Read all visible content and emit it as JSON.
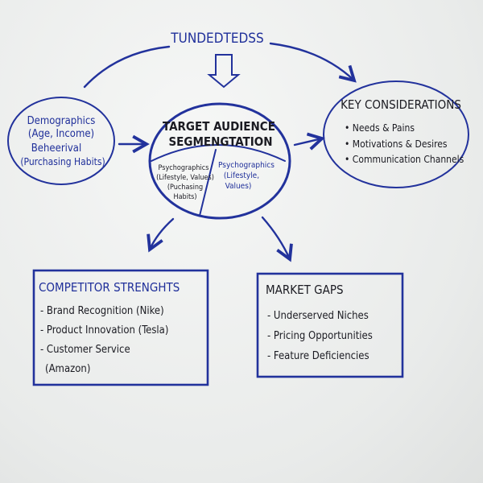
{
  "colors": {
    "marker_blue": "#22329c",
    "marker_black": "#1b1b22",
    "board": "#eceeed"
  },
  "top_label": "TUNDEDTEDSS",
  "demographics": {
    "lines": [
      "Demographics",
      "(Age, Income)",
      "Beheerival",
      "(Purchasing Habits)"
    ]
  },
  "center": {
    "title_lines": [
      "TARGET AUDIENCE",
      "SEGMENGTATION"
    ],
    "left_segment": [
      "Psychographics",
      "(Lifestyle, Values)",
      "(Puchasing",
      "Habits)"
    ],
    "right_segment": [
      "Psychographics",
      "(Lifestyle,",
      "Values)"
    ]
  },
  "key_considerations": {
    "title": "KEY CONSIDERATIONS",
    "items": [
      "Needs & Pains",
      "Motivations & Desires",
      "Communication Channels"
    ]
  },
  "competitor": {
    "title": "COMPETITOR STRENGHTS",
    "items": [
      "- Brand Recognition (Nike)",
      "- Product Innovation (Tesla)",
      "- Customer Service",
      "(Amazon)"
    ]
  },
  "market_gaps": {
    "title": "MARKET GAPS",
    "items": [
      "- Underserved Niches",
      "- Pricing Opportunities",
      "- Feature Deficiencies"
    ]
  }
}
